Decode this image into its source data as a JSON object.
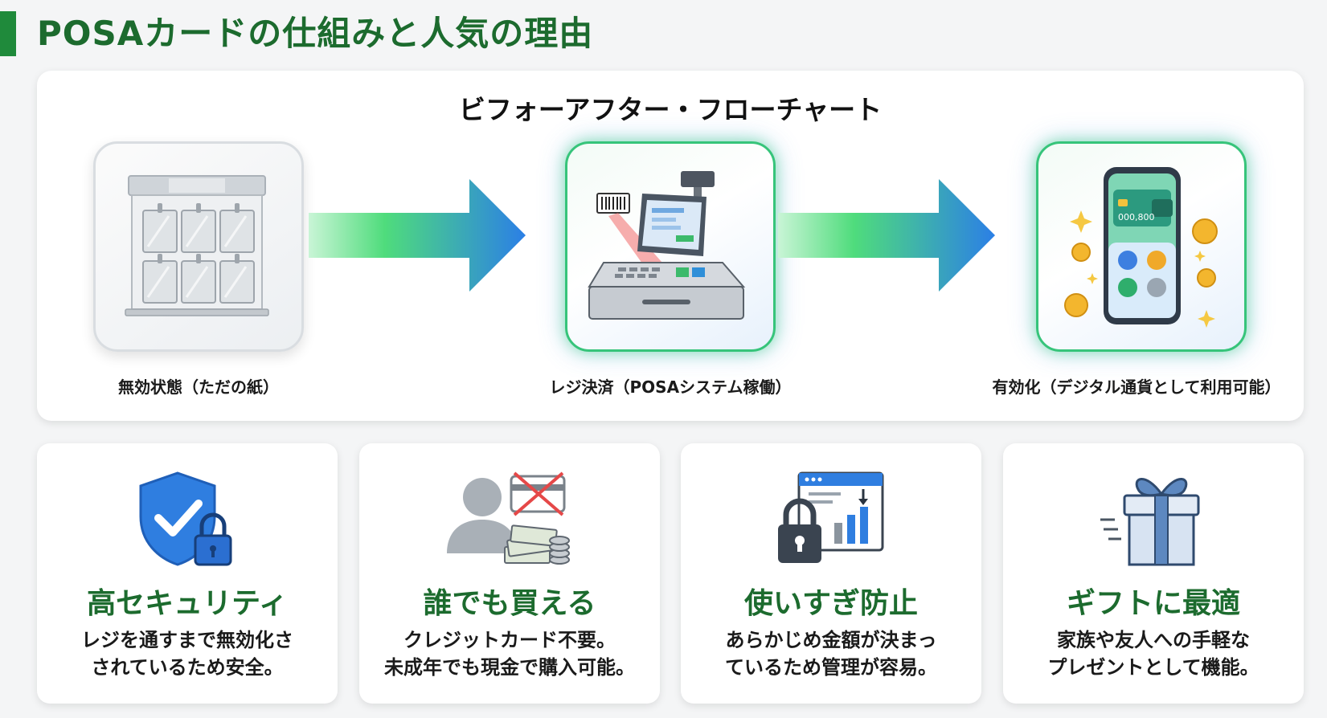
{
  "page": {
    "title": "POSAカードの仕組みと人気の理由",
    "accent_color": "#1f8a3b"
  },
  "flow": {
    "title": "ビフォーアフター・フローチャート",
    "steps": [
      {
        "label": "無効状態（ただの紙）",
        "icon": "card-rack-icon"
      },
      {
        "label": "レジ決済（POSAシステム稼働）",
        "icon": "cash-register-icon"
      },
      {
        "label": "有効化（デジタル通貨として利用可能）",
        "icon": "smartphone-wallet-icon"
      }
    ],
    "phone_balance": "000,800"
  },
  "features": [
    {
      "title": "高セキュリティ",
      "desc": [
        "レジを通すまで無効化さ",
        "されているため安全。"
      ],
      "icon": "shield-lock-icon"
    },
    {
      "title": "誰でも買える",
      "desc": [
        "クレジットカード不要。",
        "未成年でも現金で購入可能。"
      ],
      "icon": "person-cash-icon"
    },
    {
      "title": "使いすぎ防止",
      "desc": [
        "あらかじめ金額が決まっ",
        "ているため管理が容易。"
      ],
      "icon": "budget-lock-icon"
    },
    {
      "title": "ギフトに最適",
      "desc": [
        "家族や友人への手軽な",
        "プレゼントとして機能。"
      ],
      "icon": "gift-box-icon"
    }
  ]
}
